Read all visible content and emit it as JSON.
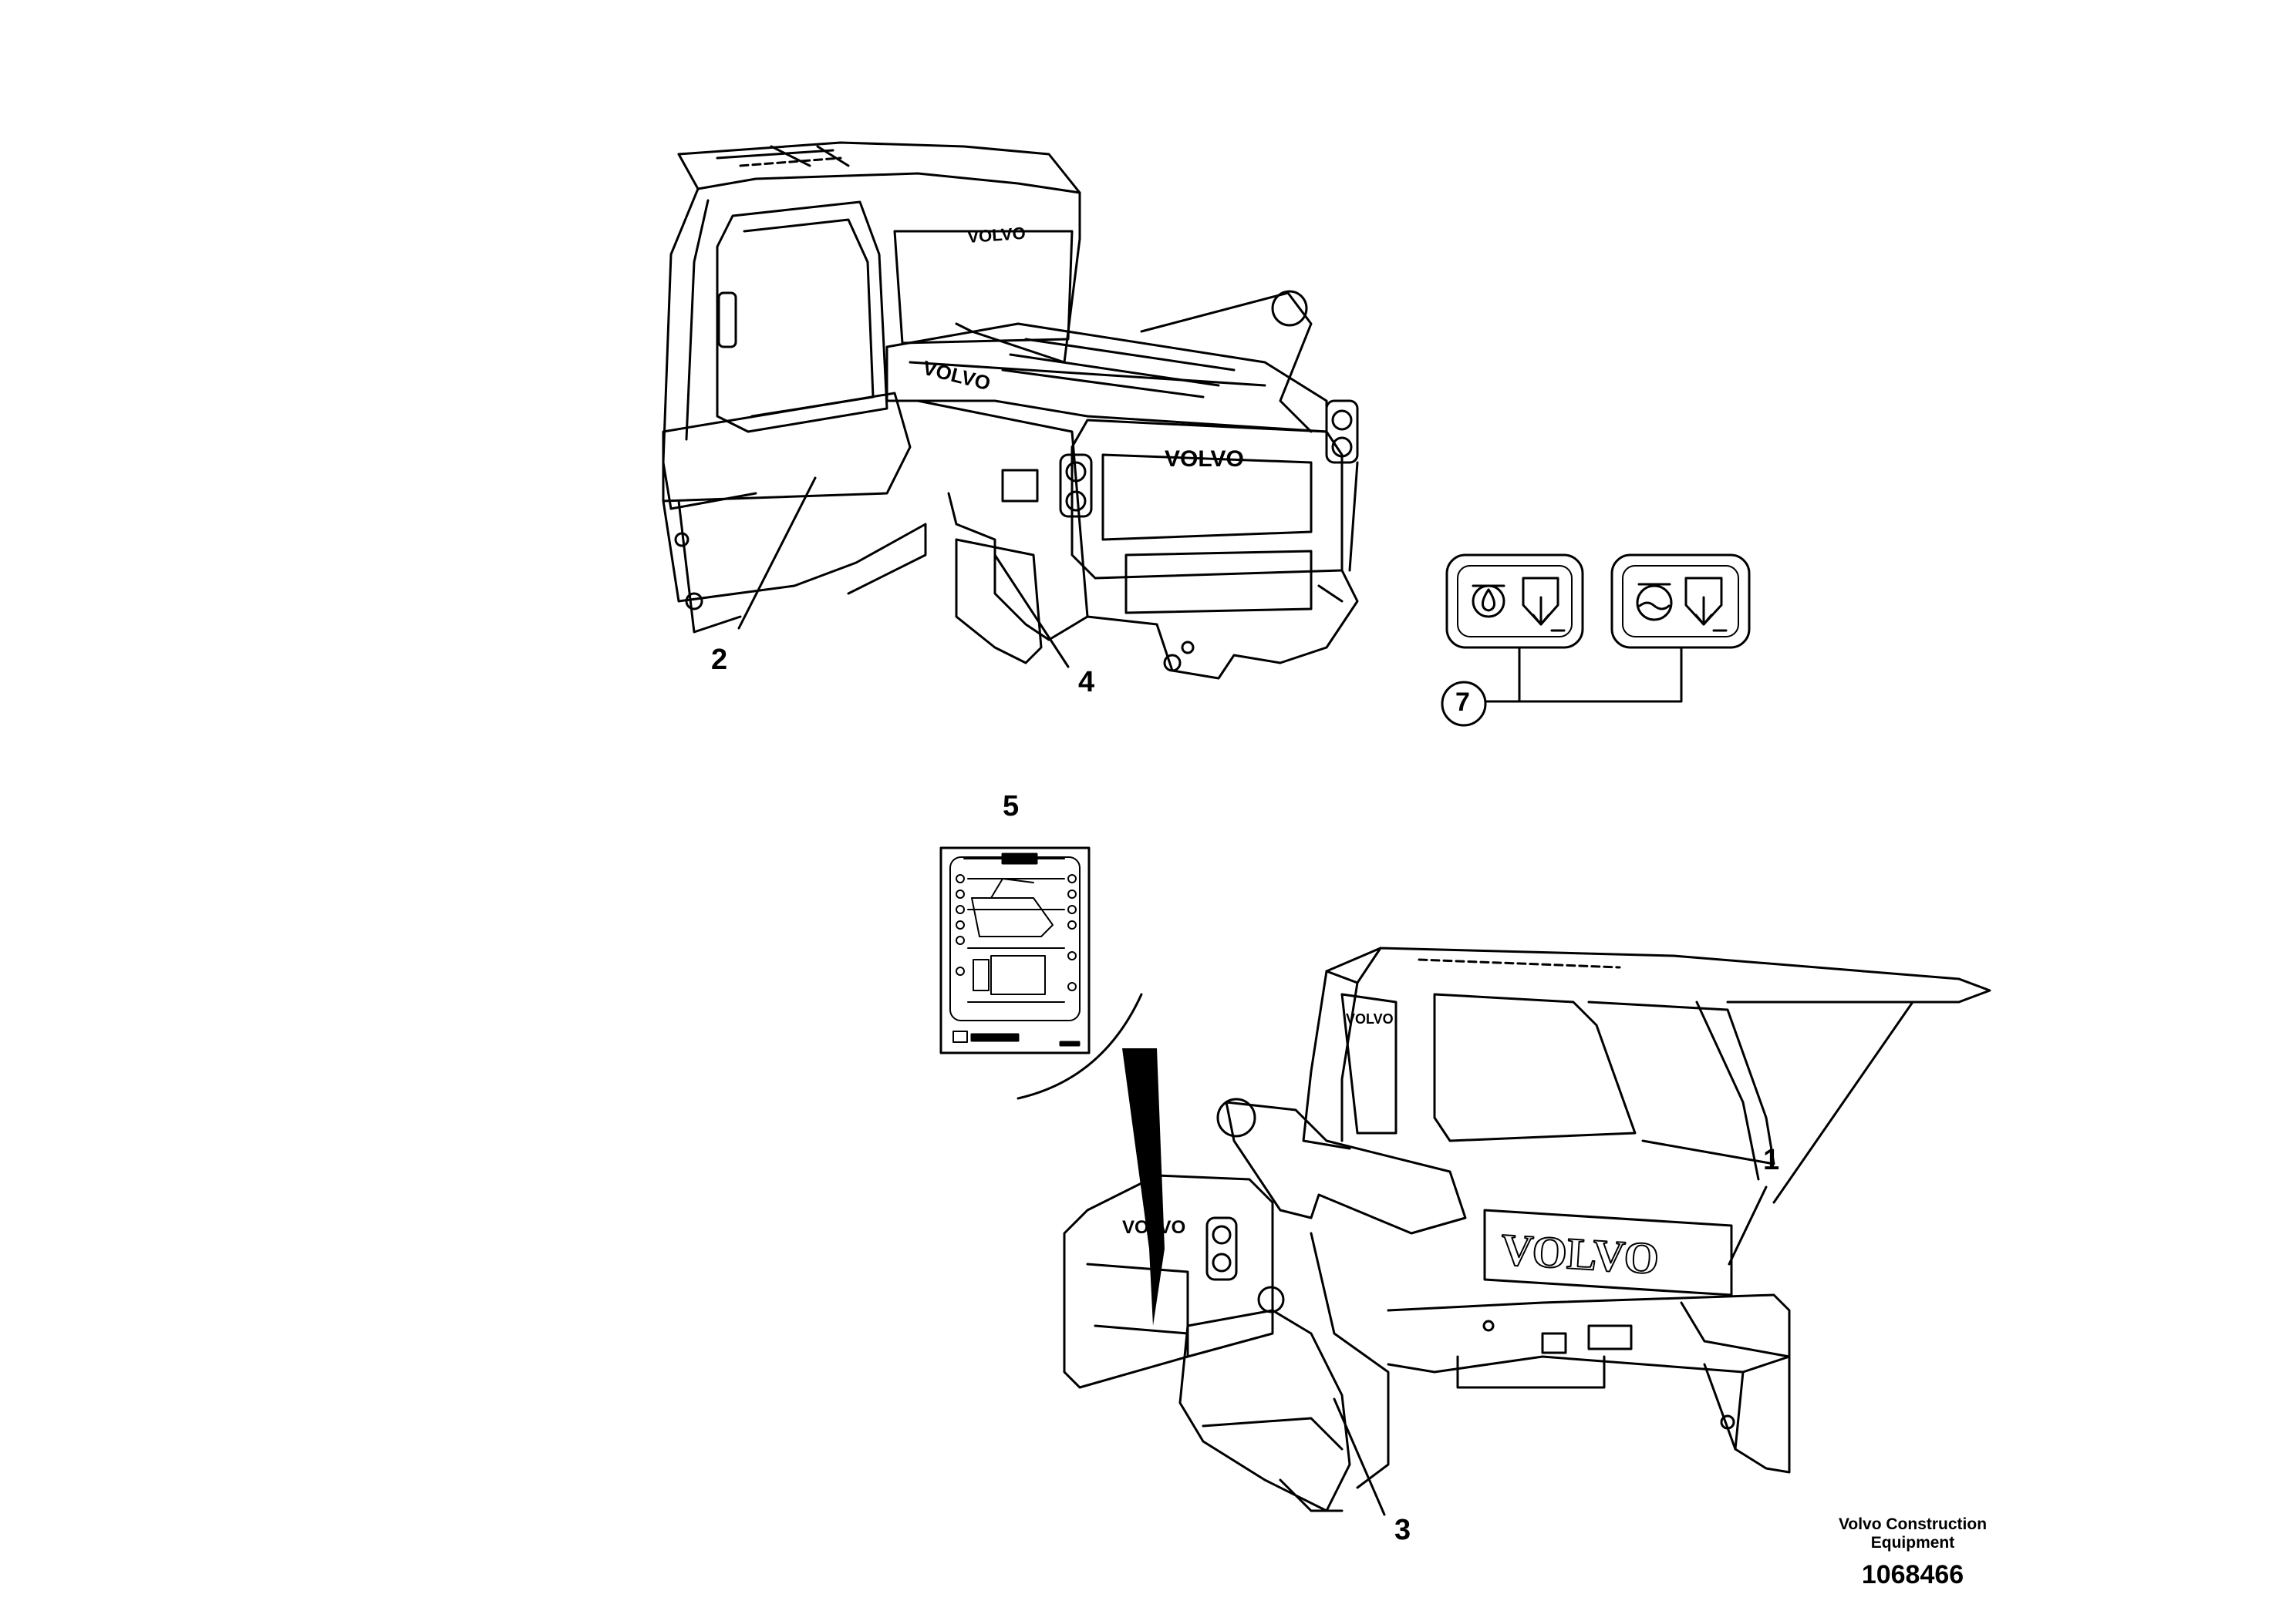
{
  "callouts": {
    "c1": "1",
    "c2": "2",
    "c3": "3",
    "c4": "4",
    "c5": "5",
    "c7": "7"
  },
  "decals": {
    "volvo_wordmark": "VOLVO"
  },
  "icons": {
    "oil_drain": "oil-drain-icon",
    "coolant_drain": "coolant-drain-icon"
  },
  "footer": {
    "company_line1": "Volvo Construction",
    "company_line2": "Equipment",
    "drawing_number": "1068466"
  }
}
